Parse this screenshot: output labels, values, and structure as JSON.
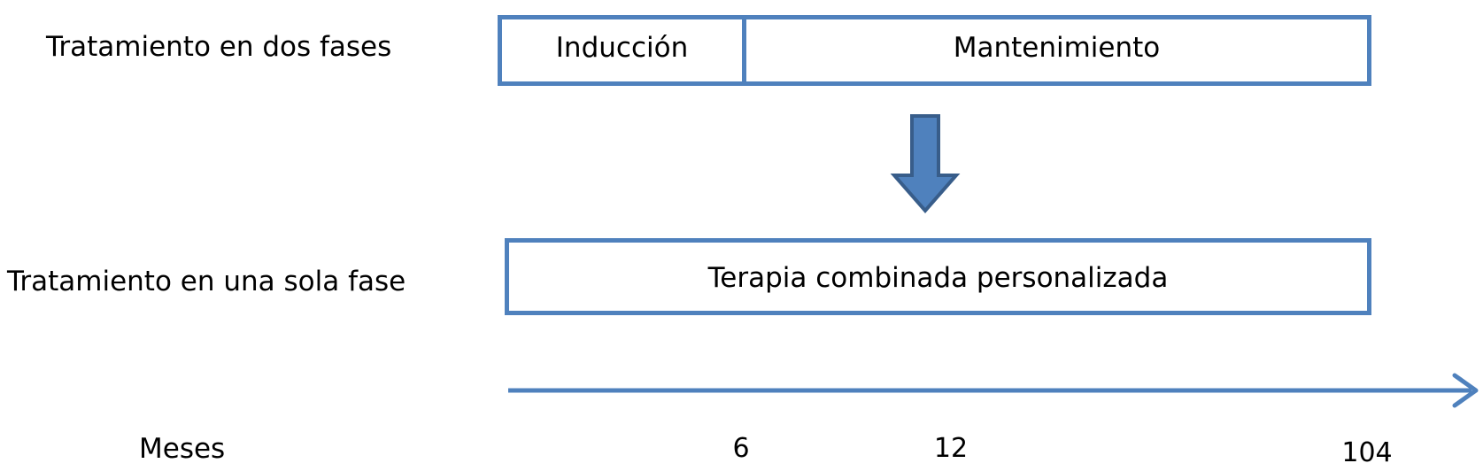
{
  "rows": {
    "two_phase": {
      "label": "Tratamiento en dos fases",
      "segments": {
        "induction": "Inducción",
        "maintenance": "Mantenimiento"
      }
    },
    "single_phase": {
      "label": "Tratamiento en una sola fase",
      "segment": "Terapia combinada personalizada"
    }
  },
  "axis": {
    "unit_label": "Meses",
    "ticks": [
      "6",
      "12",
      "104"
    ]
  },
  "colors": {
    "outline": "#4f81bd",
    "arrow_fill": "#4f81bd",
    "arrow_stroke": "#385d8a"
  }
}
